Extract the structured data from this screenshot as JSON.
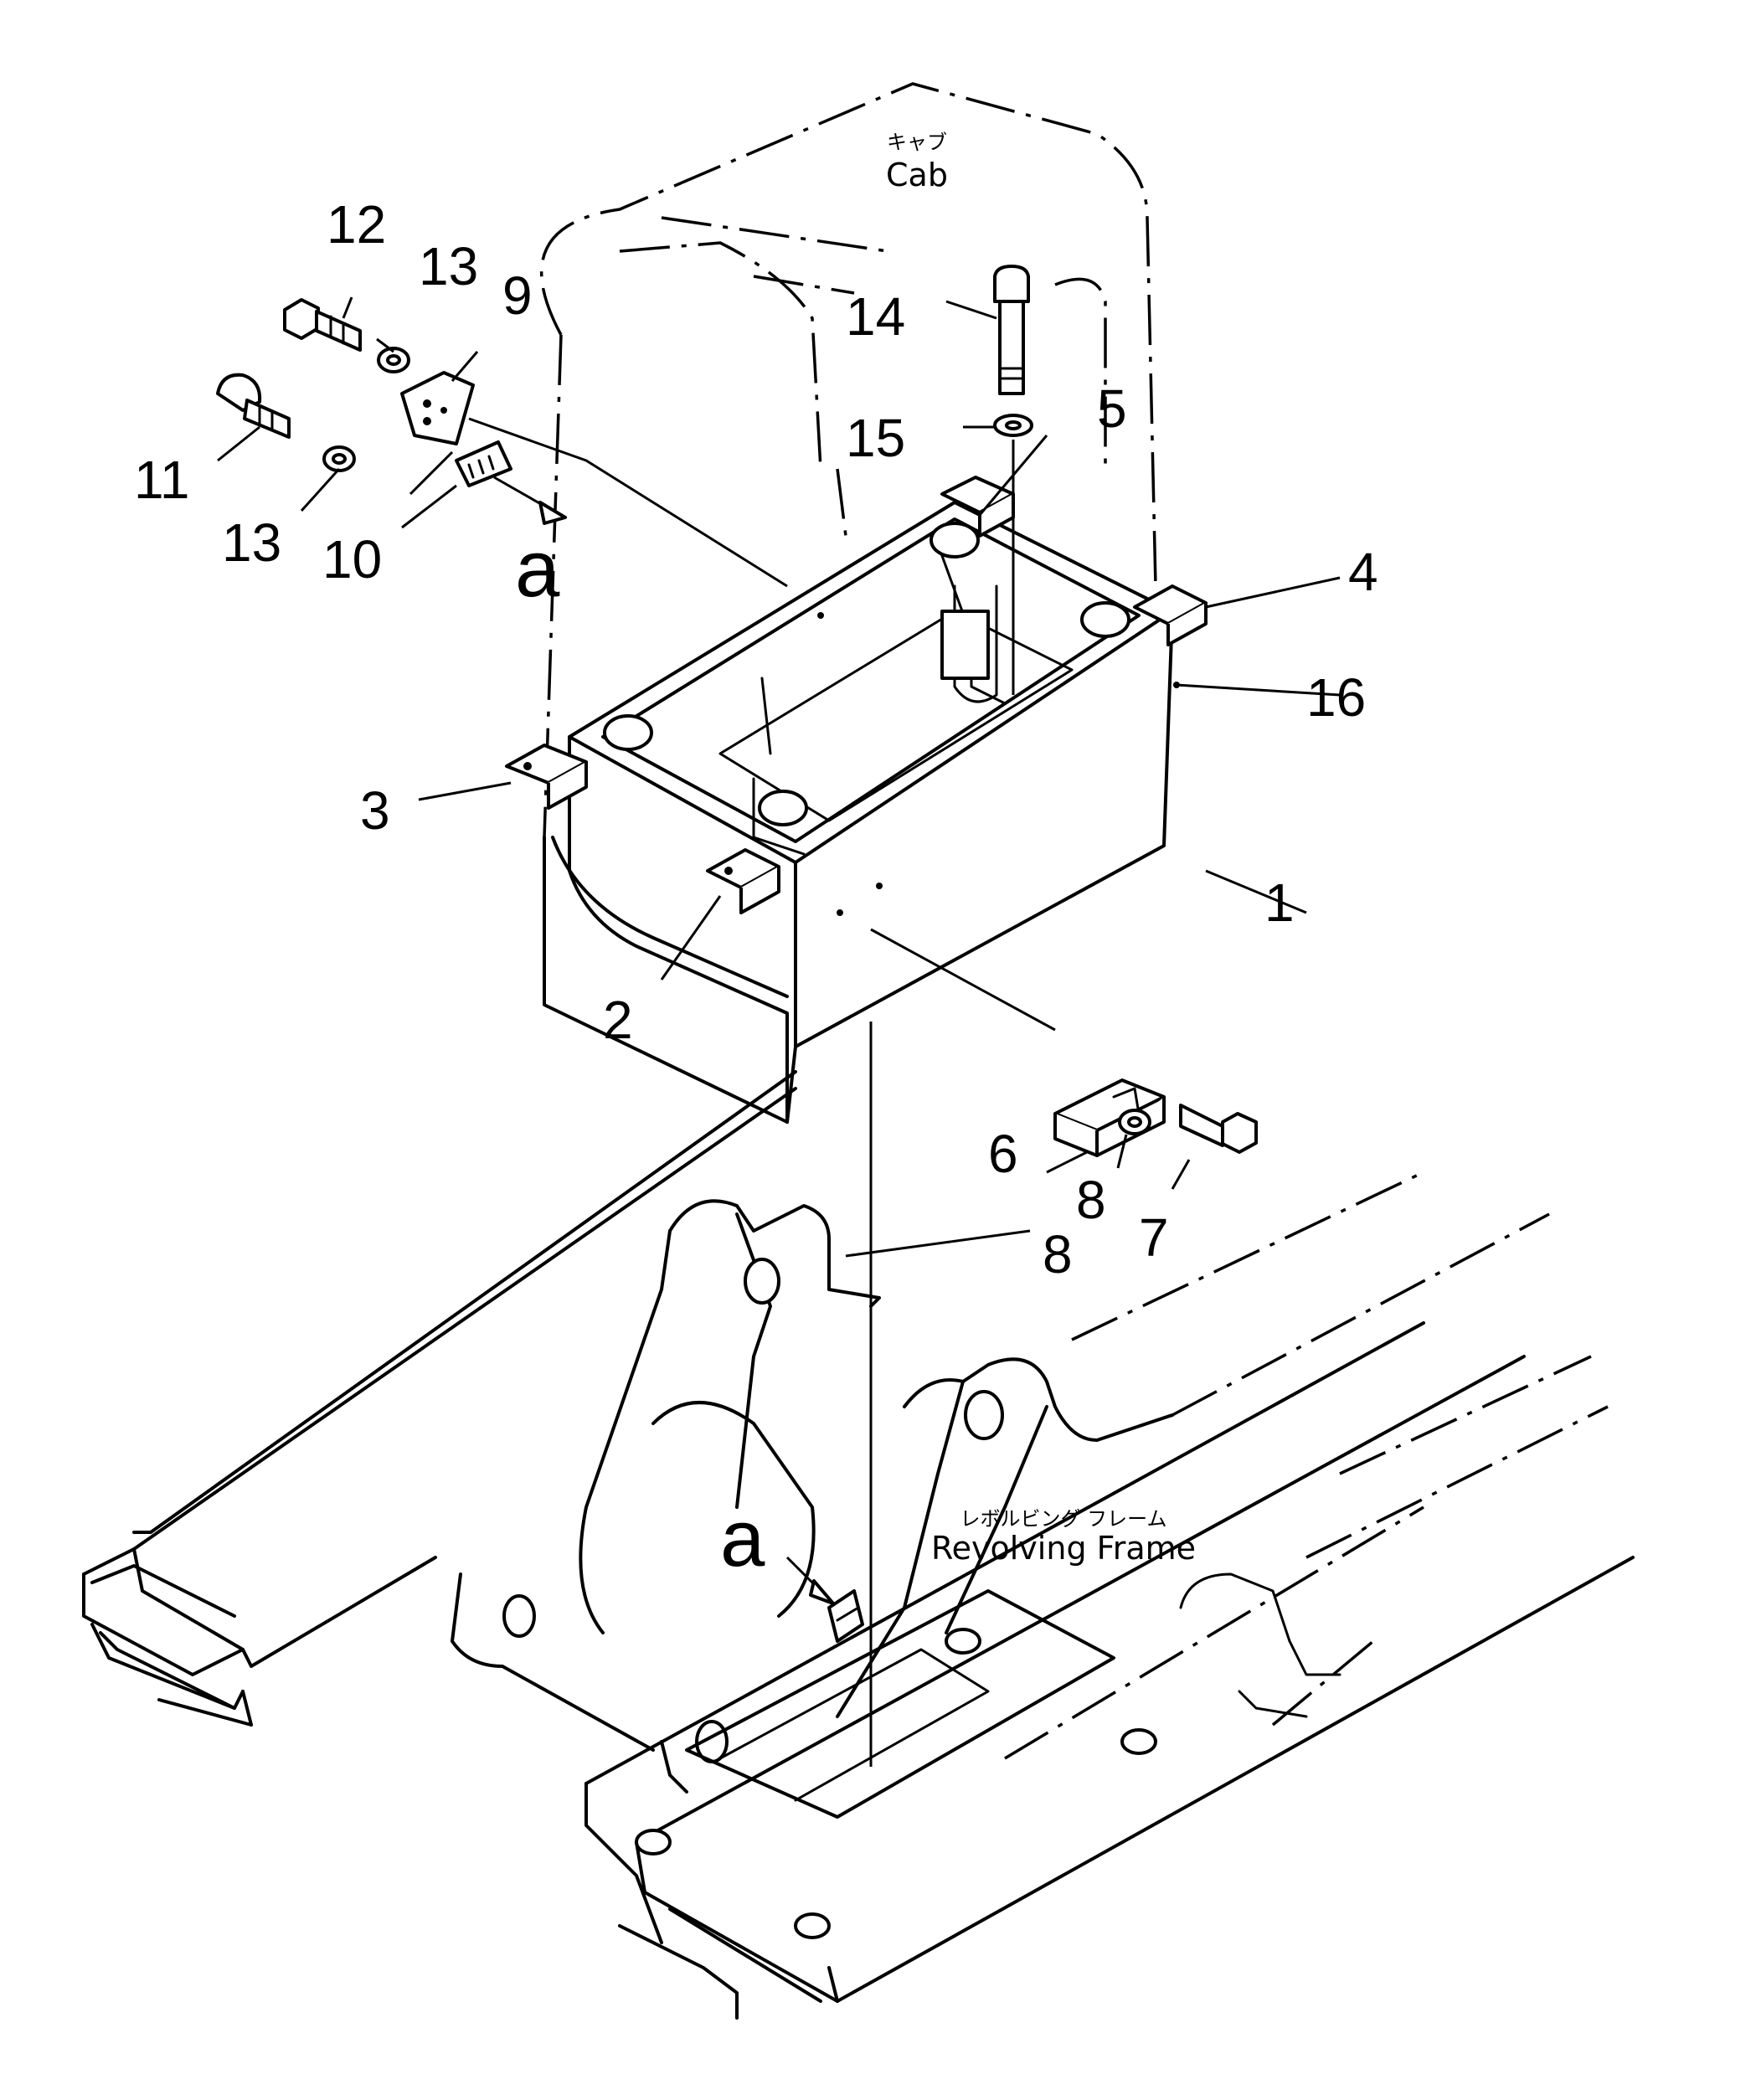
{
  "labels": {
    "cab_jp": "キャブ",
    "cab_en": "Cab",
    "frame_jp": "レボルビング フレーム",
    "frame_en": "Revolving Frame",
    "view_a_top": "a",
    "view_a_bottom": "a"
  },
  "callouts": {
    "p1": "1",
    "p2": "2",
    "p3": "3",
    "p4": "4",
    "p5": "5",
    "p6": "6",
    "p7": "7",
    "p8a": "8",
    "p8b": "8",
    "p9": "9",
    "p10": "10",
    "p11": "11",
    "p12": "12",
    "p13a": "13",
    "p13b": "13",
    "p14": "14",
    "p15": "15",
    "p16": "16"
  }
}
